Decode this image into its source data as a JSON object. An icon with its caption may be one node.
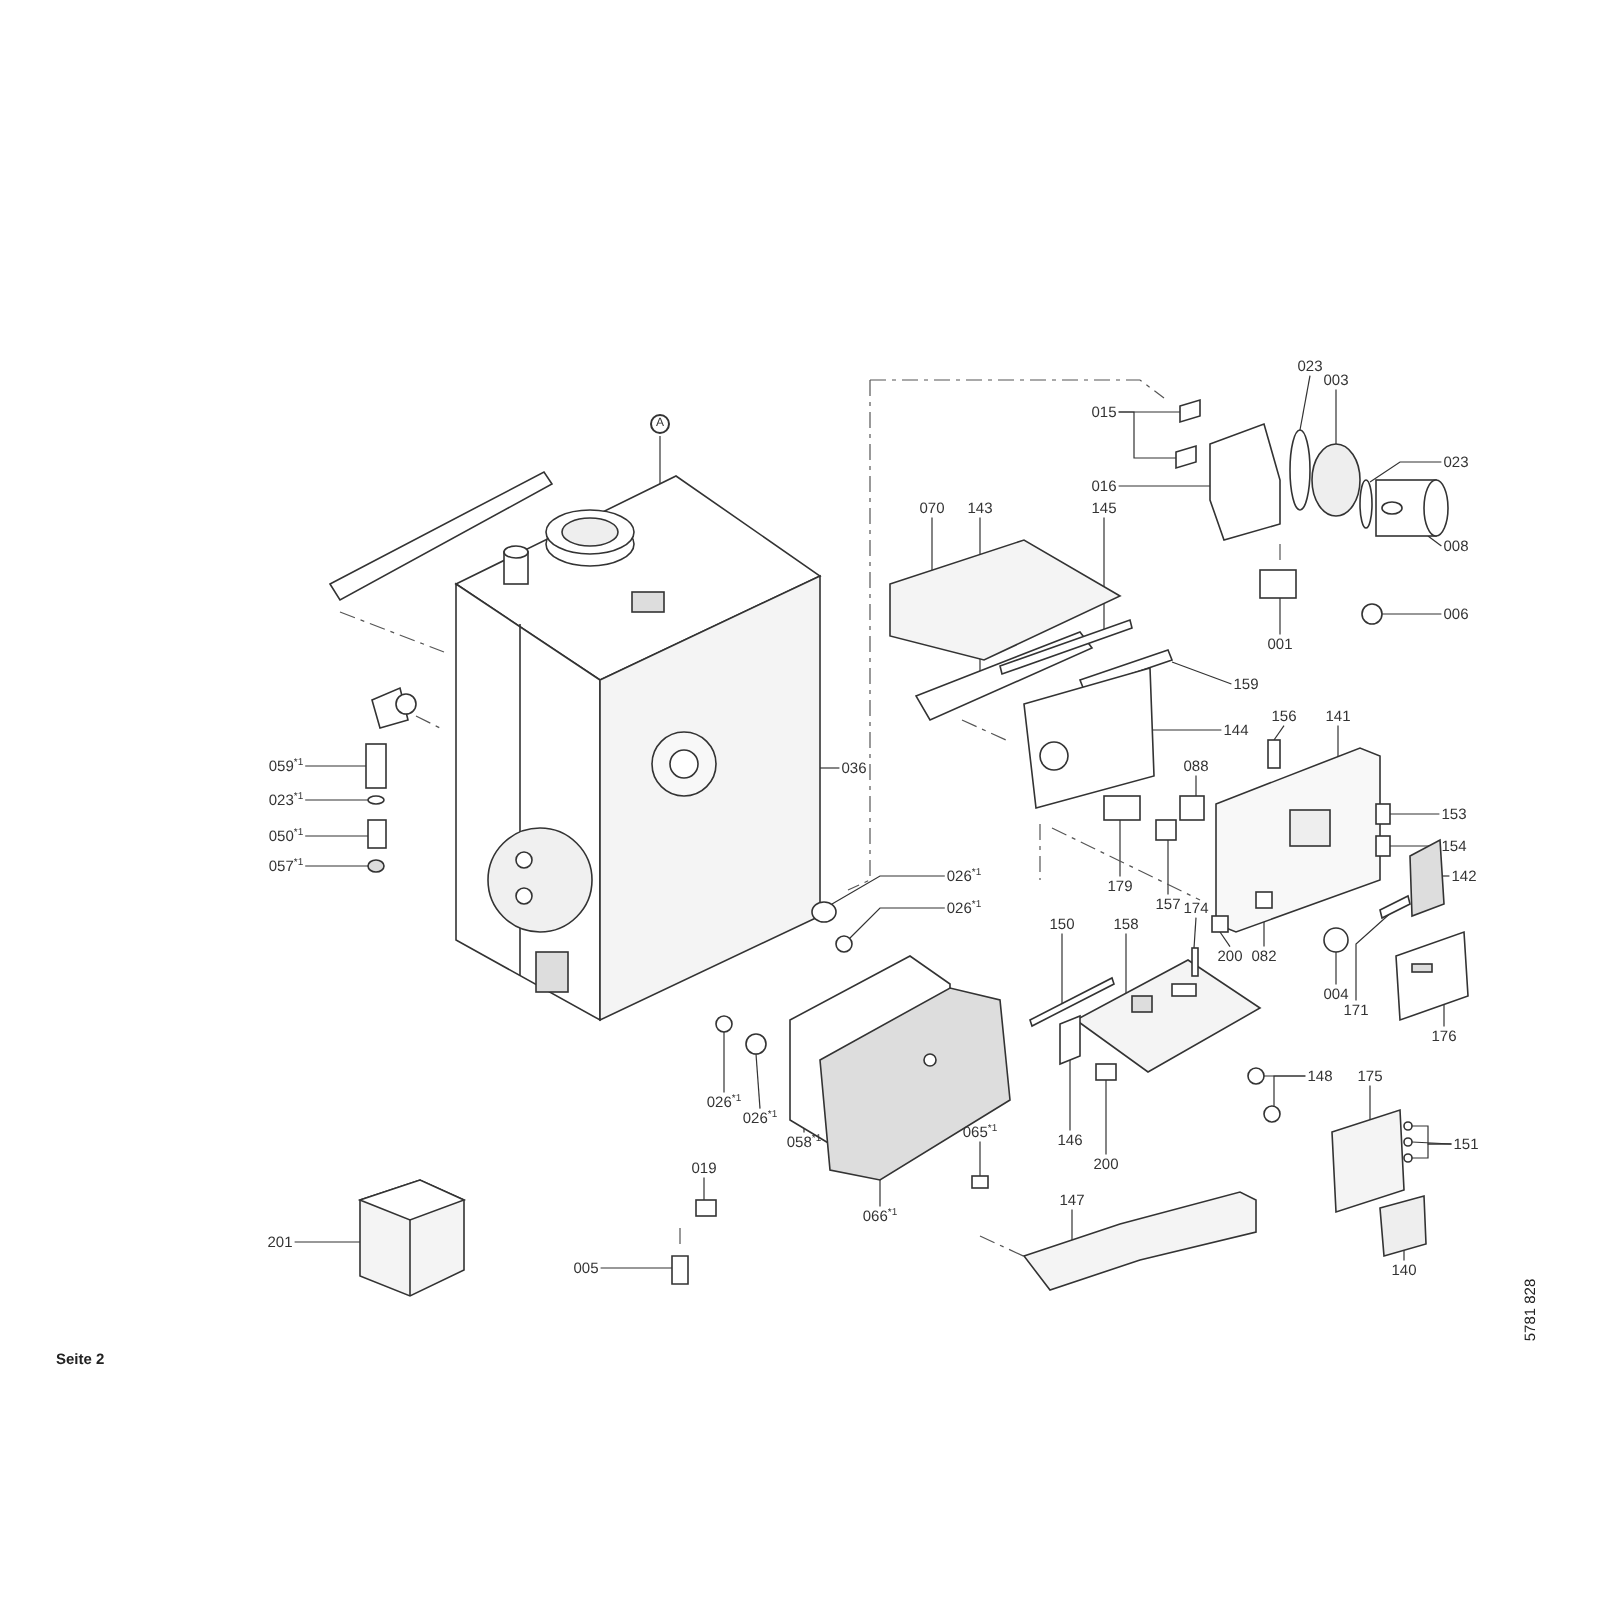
{
  "diagram": {
    "nodes": [
      {
        "text": [
          "A"
        ]
      },
      {
        "text": [
          "023"
        ]
      },
      {
        "text": [
          "003"
        ]
      },
      {
        "text": [
          "015"
        ]
      },
      {
        "text": [
          "023"
        ]
      },
      {
        "text": [
          "016"
        ]
      },
      {
        "text": [
          "070"
        ]
      },
      {
        "text": [
          "143"
        ]
      },
      {
        "text": [
          "145"
        ]
      },
      {
        "text": [
          "008"
        ]
      },
      {
        "text": [
          "006"
        ]
      },
      {
        "text": [
          "001"
        ]
      },
      {
        "text": [
          "059$^{*1}$"
        ]
      },
      {
        "text": [
          "036"
        ]
      },
      {
        "text": [
          "159"
        ]
      },
      {
        "text": [
          "144"
        ]
      },
      {
        "text": [
          "156"
        ]
      },
      {
        "text": [
          "141"
        ]
      },
      {
        "text": [
          "088"
        ]
      },
      {
        "text": [
          "023$^{*1}$"
        ]
      },
      {
        "text": [
          "153"
        ]
      },
      {
        "text": [
          "050$^{*1}$"
        ]
      },
      {
        "text": [
          "154"
        ]
      },
      {
        "text": [
          "057$^{*1}$"
        ]
      },
      {
        "text": [
          "026$^{*1}$"
        ]
      },
      {
        "text": [
          "142"
        ]
      },
      {
        "text": [
          "179"
        ]
      },
      {
        "text": [
          "157"
        ]
      },
      {
        "text": [
          "026$^{*1}$"
        ]
      },
      {
        "text": [
          "150"
        ]
      },
      {
        "text": [
          "158"
        ]
      },
      {
        "text": [
          "174"
        ]
      },
      {
        "text": [
          "200"
        ]
      },
      {
        "text": [
          "082"
        ]
      },
      {
        "text": [
          "004"
        ]
      },
      {
        "text": [
          "171"
        ]
      },
      {
        "text": [
          "176"
        ]
      },
      {
        "text": [
          "026$^{*1}$"
        ]
      },
      {
        "text": [
          "026$^{*1}$"
        ]
      },
      {
        "text": [
          "058$^{*1}$"
        ]
      },
      {
        "text": [
          "146"
        ]
      },
      {
        "text": [
          "148"
        ]
      },
      {
        "text": [
          "200"
        ]
      },
      {
        "text": [
          "065$^{*1}$"
        ]
      },
      {
        "text": [
          "175"
        ]
      },
      {
        "text": [
          "151"
        ]
      },
      {
        "text": [
          "019"
        ]
      },
      {
        "text": [
          "066$^{*1}$"
        ]
      },
      {
        "text": [
          "147"
        ]
      },
      {
        "text": [
          "201"
        ]
      },
      {
        "text": [
          "005"
        ]
      },
      {
        "text": [
          "140"
        ]
      },
      {
        "text": [],
        "shape": "picture"
      },
      {
        "text": [],
        "shape": "circle"
      },
      {
        "text": [],
        "shape": "circle"
      },
      {
        "text": [],
        "shape": "box"
      },
      {
        "text": [],
        "shape": "box"
      },
      {
        "text": [],
        "shape": "circle"
      },
      {
        "text": [],
        "shape": "box"
      },
      {
        "text": [],
        "shape": "box"
      },
      {
        "text": [],
        "shape": "box"
      },
      {
        "text": [],
        "shape": "box"
      },
      {
        "text": [],
        "shape": "cylinder"
      },
      {
        "text": [],
        "shape": "circle"
      },
      {
        "text": [],
        "shape": "box"
      },
      {
        "text": [],
        "shape": "box"
      },
      {
        "text": [],
        "shape": "box"
      },
      {
        "text": [],
        "shape": "picture"
      },
      {
        "text": [],
        "shape": "box"
      },
      {
        "text": [],
        "shape": "picture"
      },
      {
        "text": [],
        "shape": "box"
      },
      {
        "text": [],
        "shape": "circle"
      },
      {
        "text": [],
        "shape": "box"
      },
      {
        "text": [],
        "shape": "box"
      },
      {
        "text": [],
        "shape": "box"
      },
      {
        "text": [],
        "shape": "circle"
      },
      {
        "text": [],
        "shape": "circle"
      },
      {
        "text": [],
        "shape": "box"
      },
      {
        "text": [],
        "shape": "box"
      },
      {
        "text": [],
        "shape": "box"
      },
      {
        "text": [],
        "shape": "circle"
      },
      {
        "text": [],
        "shape": "box"
      },
      {
        "text": [],
        "shape": "picture"
      },
      {
        "text": [],
        "shape": "box"
      },
      {
        "text": [],
        "shape": "box"
      },
      {
        "text": [],
        "shape": "box",
        "in": 69
      },
      {
        "text": [],
        "shape": "circle"
      },
      {
        "text": [],
        "shape": "box"
      },
      {
        "text": [],
        "shape": "picture"
      },
      {
        "text": [],
        "shape": "circle"
      },
      {
        "text": [],
        "shape": "circle"
      },
      {
        "text": [],
        "shape": "box"
      },
      {
        "text": [],
        "shape": "box"
      },
      {
        "text": [],
        "shape": "circle"
      },
      {
        "text": [],
        "shape": "circle"
      },
      {
        "text": [],
        "shape": "box"
      },
      {
        "text": [],
        "shape": "box"
      },
      {
        "text": [],
        "shape": "box"
      },
      {
        "text": [],
        "shape": "circle"
      },
      {
        "text": [],
        "shape": "circle"
      },
      {
        "text": [],
        "shape": "circle"
      },
      {
        "text": [],
        "shape": "box"
      },
      {
        "text": [],
        "shape": "picture"
      },
      {
        "text": [],
        "shape": "box"
      },
      {
        "text": [],
        "shape": "picture"
      },
      {
        "text": [],
        "shape": "box"
      },
      {
        "text": [],
        "shape": "box"
      }
    ],
    "edges": [
      {
        "from": 0,
        "to": 52,
        "arrow": "none"
      },
      {
        "from": 1,
        "to": 53,
        "arrow": "none"
      },
      {
        "from": 2,
        "to": 54,
        "arrow": "none"
      },
      {
        "from": 3,
        "to": 55,
        "arrow": "none"
      },
      {
        "from": 3,
        "to": 56,
        "arrow": "none"
      },
      {
        "from": 4,
        "to": 57,
        "arrow": "none"
      },
      {
        "from": 5,
        "to": 58,
        "arrow": "none"
      },
      {
        "from": 6,
        "to": 59,
        "arrow": "none"
      },
      {
        "from": 7,
        "to": 60,
        "arrow": "none"
      },
      {
        "from": 8,
        "to": 61,
        "arrow": "none"
      },
      {
        "from": 9,
        "to": 62,
        "arrow": "none"
      },
      {
        "from": 10,
        "to": 63,
        "arrow": "none"
      },
      {
        "from": 11,
        "to": 64,
        "arrow": "none"
      },
      {
        "from": 12,
        "to": 65,
        "arrow": "none"
      },
      {
        "from": 13,
        "to": 52,
        "arrow": "none"
      },
      {
        "from": 14,
        "to": 66,
        "arrow": "none"
      },
      {
        "from": 15,
        "to": 67,
        "arrow": "none"
      },
      {
        "from": 16,
        "to": 68,
        "arrow": "none"
      },
      {
        "from": 17,
        "to": 69,
        "arrow": "none"
      },
      {
        "from": 18,
        "to": 70,
        "arrow": "none"
      },
      {
        "from": 19,
        "to": 71,
        "arrow": "none"
      },
      {
        "from": 20,
        "to": 72,
        "arrow": "none"
      },
      {
        "from": 21,
        "to": 73,
        "arrow": "none"
      },
      {
        "from": 22,
        "to": 74,
        "arrow": "none"
      },
      {
        "from": 23,
        "to": 75,
        "arrow": "none"
      },
      {
        "from": 24,
        "to": 76,
        "arrow": "none"
      },
      {
        "from": 25,
        "to": 77,
        "arrow": "none"
      },
      {
        "from": 26,
        "to": 78,
        "arrow": "none"
      },
      {
        "from": 27,
        "to": 79,
        "arrow": "none"
      },
      {
        "from": 28,
        "to": 80,
        "arrow": "none"
      },
      {
        "from": 29,
        "to": 81,
        "arrow": "none"
      },
      {
        "from": 30,
        "to": 82,
        "arrow": "none"
      },
      {
        "from": 31,
        "to": 83,
        "arrow": "none"
      },
      {
        "from": 32,
        "to": 84,
        "arrow": "none"
      },
      {
        "from": 33,
        "to": 85,
        "arrow": "none"
      },
      {
        "from": 34,
        "to": 86,
        "arrow": "none"
      },
      {
        "from": 35,
        "to": 87,
        "arrow": "none"
      },
      {
        "from": 36,
        "to": 88,
        "arrow": "none"
      },
      {
        "from": 37,
        "to": 89,
        "arrow": "none"
      },
      {
        "from": 38,
        "to": 90,
        "arrow": "none"
      },
      {
        "from": 39,
        "to": 91,
        "arrow": "none"
      },
      {
        "from": 40,
        "to": 92,
        "arrow": "none"
      },
      {
        "from": 41,
        "to": 93,
        "arrow": "none"
      },
      {
        "from": 41,
        "to": 94,
        "arrow": "none"
      },
      {
        "from": 42,
        "to": 95,
        "arrow": "none"
      },
      {
        "from": 43,
        "to": 96,
        "arrow": "none"
      },
      {
        "from": 44,
        "to": 97,
        "arrow": "none"
      },
      {
        "from": 45,
        "to": 98,
        "arrow": "none"
      },
      {
        "from": 45,
        "to": 99,
        "arrow": "none"
      },
      {
        "from": 45,
        "to": 100,
        "arrow": "none"
      },
      {
        "from": 46,
        "to": 101,
        "arrow": "none"
      },
      {
        "from": 47,
        "to": 102,
        "arrow": "none"
      },
      {
        "from": 48,
        "to": 103,
        "arrow": "none"
      },
      {
        "from": 49,
        "to": 104,
        "arrow": "none"
      },
      {
        "from": 50,
        "to": 105,
        "arrow": "none"
      },
      {
        "from": 51,
        "to": 106,
        "arrow": "none"
      }
    ],
    "labels": [
      "Seite 2",
      "5781 828"
    ]
  }
}
